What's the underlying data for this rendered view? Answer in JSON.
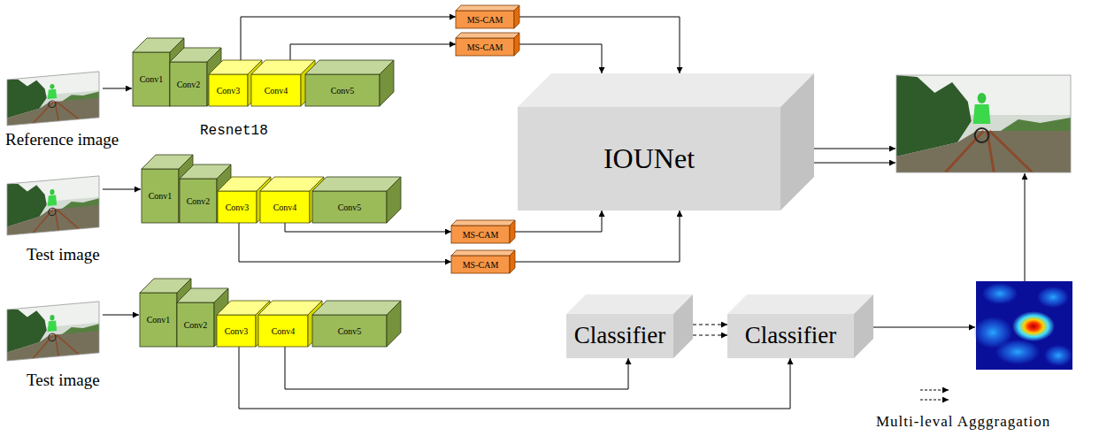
{
  "diagram": {
    "nodes": [
      {
        "text": [
          "Conv1"
        ]
      },
      {
        "text": [
          "Conv2"
        ]
      },
      {
        "text": [
          "Conv3"
        ]
      },
      {
        "text": [
          "Conv4"
        ]
      },
      {
        "text": [
          "Conv5"
        ]
      },
      {
        "text": [
          "Conv1"
        ]
      },
      {
        "text": [
          "Conv2"
        ]
      },
      {
        "text": [
          "Conv3"
        ]
      },
      {
        "text": [
          "Conv4"
        ]
      },
      {
        "text": [
          "Conv5"
        ]
      },
      {
        "text": [
          "Conv1"
        ]
      },
      {
        "text": [
          "Conv2"
        ]
      },
      {
        "text": [
          "Conv3"
        ]
      },
      {
        "text": [
          "Conv4"
        ]
      },
      {
        "text": [
          "Conv5"
        ]
      },
      {
        "text": [
          "MS-CAM"
        ]
      },
      {
        "text": [
          "MS-CAM"
        ]
      },
      {
        "text": [
          "MS-CAM"
        ]
      },
      {
        "text": [
          "MS-CAM"
        ]
      },
      {
        "text": [
          "IOUNet"
        ]
      },
      {
        "text": [
          "Classifier"
        ]
      },
      {
        "text": [
          "Classifier"
        ]
      }
    ],
    "edges": [
      {
        "from": 2,
        "to": 15,
        "arrow": "to"
      },
      {
        "from": 3,
        "to": 16,
        "arrow": "to"
      },
      {
        "from": 15,
        "to": 19,
        "arrow": "to"
      },
      {
        "from": 16,
        "to": 19,
        "arrow": "to"
      },
      {
        "from": 8,
        "to": 17,
        "arrow": "to"
      },
      {
        "from": 7,
        "to": 18,
        "arrow": "to"
      },
      {
        "from": 17,
        "to": 19,
        "arrow": "to"
      },
      {
        "from": 18,
        "to": 19,
        "arrow": "to"
      },
      {
        "from": 13,
        "to": 20,
        "arrow": "to"
      },
      {
        "from": 12,
        "to": 21,
        "arrow": "to"
      },
      {
        "from": 20,
        "to": 21,
        "arrow": "to"
      },
      {
        "from": 20,
        "to": 21,
        "arrow": "to"
      }
    ],
    "labels": [
      "Reference image",
      "Resnet18",
      "Test image",
      "Test image"
    ],
    "legend": [
      {
        "text": "Multi-leval Agggragation"
      }
    ]
  }
}
